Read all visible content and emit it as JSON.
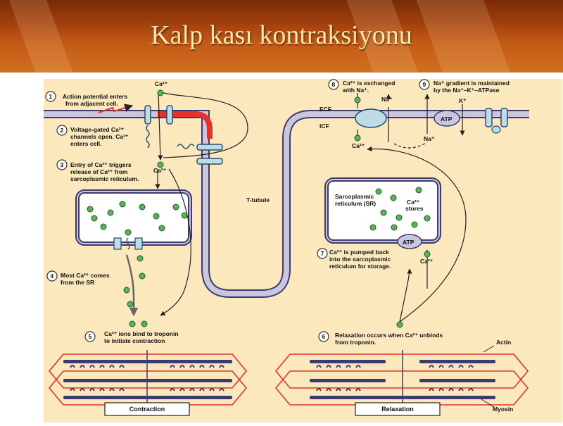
{
  "slide": {
    "title": "Kalp kası kontraksiyonu"
  },
  "steps": [
    {
      "num": "1",
      "line1": "Action potential enters",
      "line2": "from adjacent cell."
    },
    {
      "num": "2",
      "line1": "Voltage-gated Ca²⁺",
      "line2": "channels open. Ca²⁺",
      "line3": "enters cell."
    },
    {
      "num": "3",
      "line1": "Entry of Ca²⁺ triggers",
      "line2": "release of Ca²⁺ from",
      "line3": "sarcoplasmic reticulum."
    },
    {
      "num": "4",
      "line1": "Most Ca²⁺ comes",
      "line2": "from the SR"
    },
    {
      "num": "5",
      "line1": "Ca²⁺ ions bind to troponin",
      "line2": "to initiate contraction"
    },
    {
      "num": "6",
      "line1": "Relaxation occurs when Ca²⁺ unbinds",
      "line2": "from troponin."
    },
    {
      "num": "7",
      "line1": "Ca²⁺ is pumped back",
      "line2": "into the sarcoplasmic",
      "line3": "reticulum for storage."
    },
    {
      "num": "8",
      "line1": "Ca²⁺ is exchanged",
      "line2": "with Na⁺."
    },
    {
      "num": "9",
      "line1": "Na⁺ gradient is maintained",
      "line2": "by the Na⁺–K⁺–ATPase"
    }
  ],
  "labels": {
    "ca": "Ca²⁺",
    "na": "Na⁺",
    "k": "K⁺",
    "ecf": "ECF",
    "icf": "ICF",
    "ttubule": "T-tubule",
    "sr_line1": "Sarcoplasmic",
    "sr_line2": "reticulum (SR)",
    "stores_line1": "Ca²⁺",
    "stores_line2": "stores",
    "atp": "ATP",
    "actin": "Actin",
    "myosin": "Myosin",
    "contraction": "Contraction",
    "relaxation": "Relaxation"
  },
  "colors": {
    "header_brown": "#a5420f",
    "title_text": "#ffe9a8",
    "diagram_bg": "#fbe9bd",
    "membrane_fill": "#c9c7e0",
    "membrane_stroke": "#3e3a6e",
    "channel_blue": "#bcdce8",
    "ion_green": "#5ab35a",
    "red": "#e5322c",
    "sarcomere_red": "#e5322c"
  }
}
